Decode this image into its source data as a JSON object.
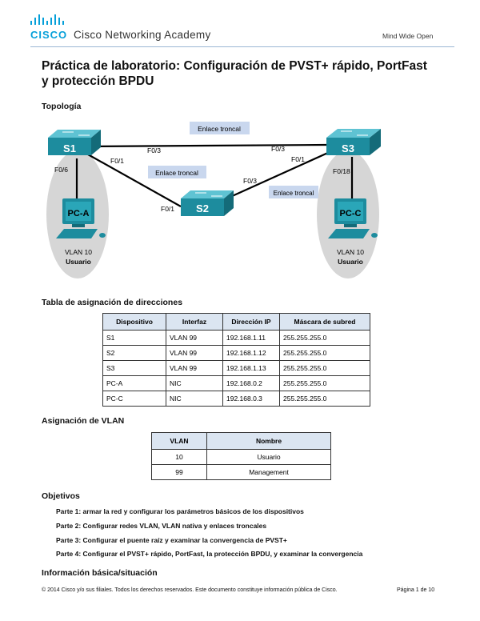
{
  "header": {
    "logo_text": "CISCO",
    "title": "Cisco Networking Academy",
    "tagline": "Mind Wide Open"
  },
  "document": {
    "title_line1": "Práctica de laboratorio: Configuración de PVST+ rápido, PortFast",
    "title_line2": "y protección BPDU"
  },
  "topology": {
    "heading": "Topología",
    "switches": [
      "S1",
      "S2",
      "S3"
    ],
    "pcs": [
      "PC-A",
      "PC-C"
    ],
    "trunk_label": "Enlace troncal",
    "ports": {
      "s1_f03": "F0/3",
      "s3_f03": "F0/3",
      "s1_f01": "F0/1",
      "s3_f01": "F0/1",
      "s2_f01": "F0/1",
      "s2_f03": "F0/3",
      "s1_f06": "F0/6",
      "s3_f018": "F0/18"
    },
    "pc_a_vlan": "VLAN 10",
    "pc_a_user": "Usuario",
    "pc_c_vlan": "VLAN 10",
    "pc_c_user": "Usuario"
  },
  "address_table": {
    "heading": "Tabla de asignación de direcciones",
    "headers": [
      "Dispositivo",
      "Interfaz",
      "Dirección IP",
      "Máscara de subred"
    ],
    "rows": [
      [
        "S1",
        "VLAN 99",
        "192.168.1.11",
        "255.255.255.0"
      ],
      [
        "S2",
        "VLAN 99",
        "192.168.1.12",
        "255.255.255.0"
      ],
      [
        "S3",
        "VLAN 99",
        "192.168.1.13",
        "255.255.255.0"
      ],
      [
        "PC-A",
        "NIC",
        "192.168.0.2",
        "255.255.255.0"
      ],
      [
        "PC-C",
        "NIC",
        "192.168.0.3",
        "255.255.255.0"
      ]
    ]
  },
  "vlan_table": {
    "heading": "Asignación de VLAN",
    "headers": [
      "VLAN",
      "Nombre"
    ],
    "rows": [
      [
        "10",
        "Usuario"
      ],
      [
        "99",
        "Management"
      ]
    ]
  },
  "objectives": {
    "heading": "Objetivos",
    "items": [
      "Parte 1: armar la red y configurar los parámetros básicos de los dispositivos",
      "Parte 2: Configurar redes VLAN, VLAN nativa y enlaces troncales",
      "Parte 3: Configurar el puente raíz y examinar la convergencia de PVST+",
      "Parte 4: Configurar el PVST+ rápido, PortFast, la protección BPDU, y examinar la convergencia"
    ]
  },
  "background": {
    "heading": "Información básica/situación"
  },
  "footer": {
    "copyright": "© 2014 Cisco y/o sus filiales. Todos los derechos reservados. Este documento constituye información pública de Cisco.",
    "page": "Página 1 de 10"
  },
  "colors": {
    "switch": "#1d8c9e",
    "oval": "#d6d6d6",
    "label_box": "#c9d7ee",
    "table_header": "#dbe5f1"
  }
}
